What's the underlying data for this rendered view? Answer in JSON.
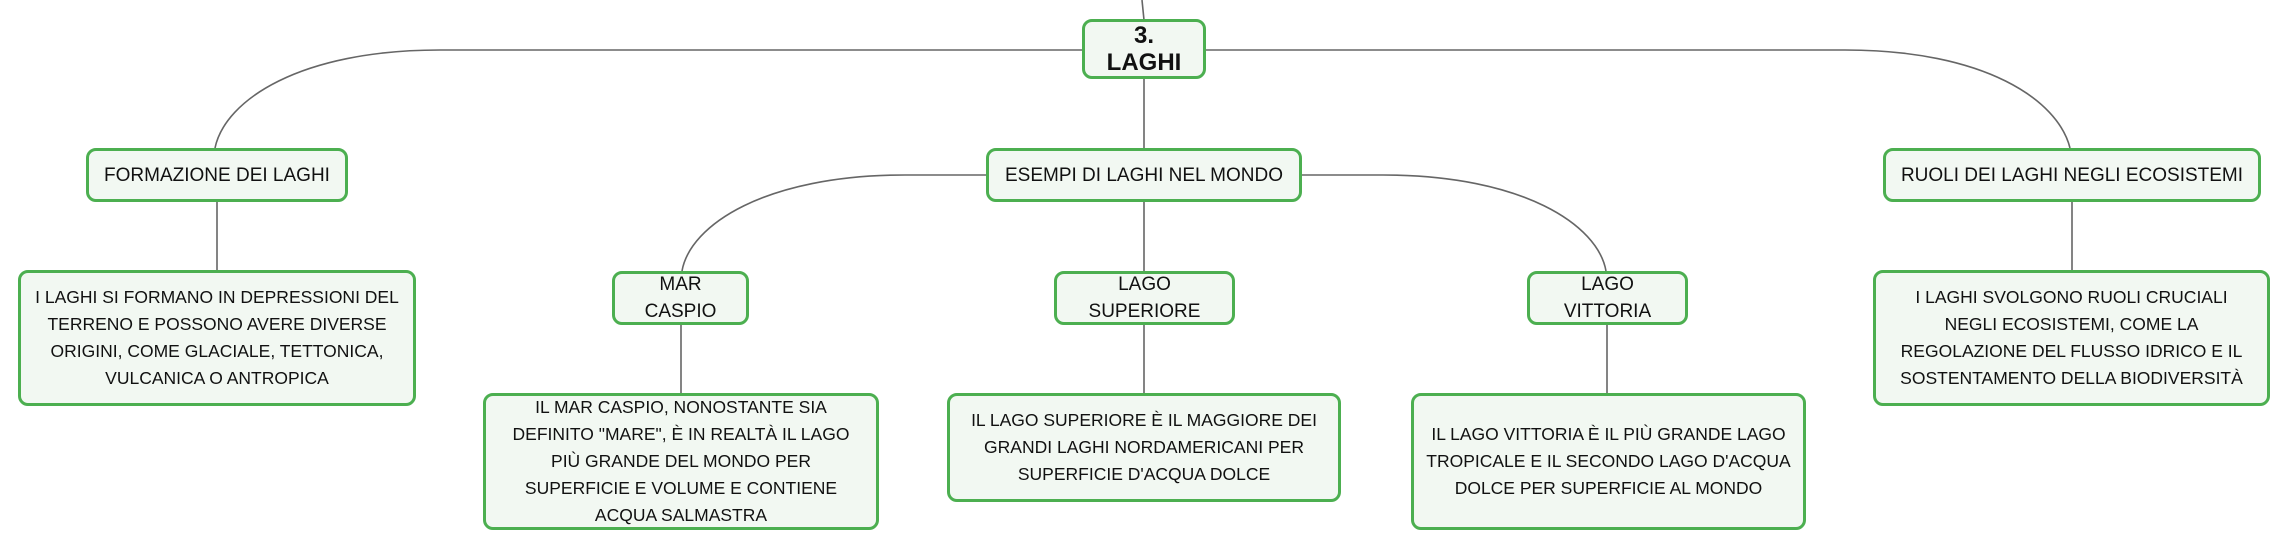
{
  "root": "3. LAGHI",
  "branches": [
    {
      "label": "FORMAZIONE DEI LAGHI",
      "detail": "I LAGHI SI FORMANO IN DEPRESSIONI DEL TERRENO E POSSONO AVERE DIVERSE ORIGINI, COME GLACIALE, TETTONICA, VULCANICA O ANTROPICA"
    },
    {
      "label": "ESEMPI DI LAGHI NEL MONDO",
      "children": [
        {
          "label": "MAR CASPIO",
          "detail": "IL MAR CASPIO, NONOSTANTE SIA DEFINITO \"MARE\", È IN REALTÀ IL LAGO PIÙ GRANDE DEL MONDO PER SUPERFICIE E VOLUME E CONTIENE ACQUA SALMASTRA"
        },
        {
          "label": "LAGO SUPERIORE",
          "detail": "IL LAGO SUPERIORE È IL MAGGIORE DEI GRANDI LAGHI NORDAMERICANI PER SUPERFICIE D'ACQUA DOLCE"
        },
        {
          "label": "LAGO VITTORIA",
          "detail": "IL LAGO VITTORIA È IL PIÙ GRANDE LAGO TROPICALE E IL SECONDO LAGO D'ACQUA DOLCE PER SUPERFICIE AL MONDO"
        }
      ]
    },
    {
      "label": "RUOLI DEI LAGHI NEGLI ECOSISTEMI",
      "detail": "I LAGHI SVOLGONO RUOLI CRUCIALI NEGLI ECOSISTEMI, COME LA REGOLAZIONE DEL FLUSSO IDRICO E IL SOSTENTAMENTO DELLA BIODIVERSITÀ"
    }
  ],
  "colors": {
    "node_border": "#4caf50",
    "node_fill": "#f2f8f2",
    "connector": "#666666"
  }
}
